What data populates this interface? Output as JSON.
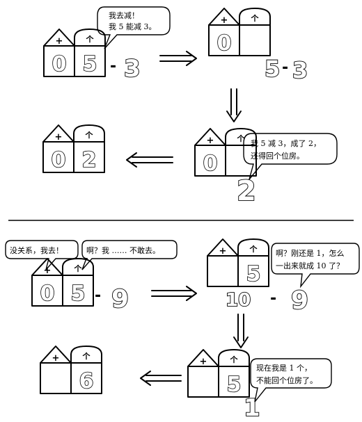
{
  "panels": {
    "top": {
      "p1": {
        "bubble_lines": [
          "我去减！",
          "我 5 能减 3。"
        ],
        "house_plus": "+",
        "house_up": "个",
        "digit_left": "0",
        "digit_right": "5",
        "minus": "-",
        "operand": "3"
      },
      "p2": {
        "house_plus": "+",
        "house_up": "个",
        "digit_left": "0",
        "digit_right": "",
        "expr_left": "5",
        "expr_minus": "-",
        "expr_right": "3"
      },
      "p3": {
        "bubble_lines": [
          "我 5 减 3，成了 2，",
          "还得回个位房。"
        ],
        "house_plus": "+",
        "house_up": "个",
        "digit_left": "0",
        "digit_right": "",
        "result": "2"
      },
      "p4": {
        "house_plus": "+",
        "house_up": "个",
        "digit_left": "0",
        "digit_right": "2"
      }
    },
    "bottom": {
      "p1": {
        "bubble_left": "没关系，我去！",
        "bubble_right": "啊？我 …… 不敢去。",
        "house_plus": "+",
        "house_up": "个",
        "digit_left": "0",
        "digit_right": "5",
        "minus": "-",
        "operand": "9"
      },
      "p2": {
        "bubble_lines": [
          "啊？刚还是 1，怎么",
          "一出来就成 10 了？"
        ],
        "house_plus": "+",
        "house_up": "个",
        "digit_left": "",
        "digit_right": "5",
        "expr_left": "10",
        "expr_minus": "-",
        "expr_right": "9"
      },
      "p3": {
        "bubble_lines": [
          "现在我是 1 个，",
          "不能回个位房了。"
        ],
        "house_plus": "+",
        "house_up": "个",
        "digit_left": "",
        "digit_right": "5",
        "result": "1"
      },
      "p4": {
        "house_plus": "+",
        "house_up": "个",
        "digit_left": "",
        "digit_right": "6"
      }
    }
  }
}
